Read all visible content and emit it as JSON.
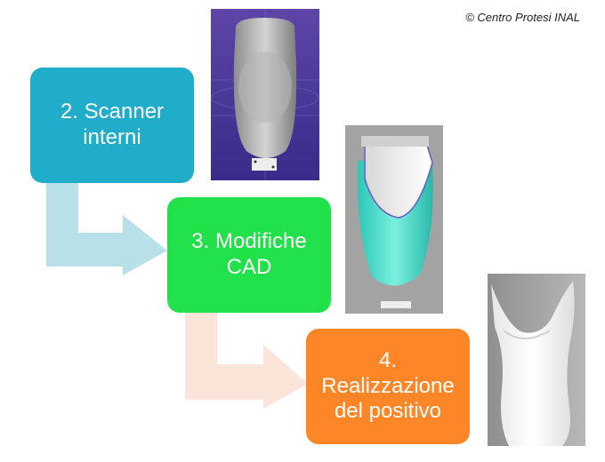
{
  "credit": "© Centro Protesi INAL",
  "colors": {
    "step1": "#1fadc9",
    "step2": "#21e14a",
    "step3": "#ff8627",
    "arrow1": "#b9dfe8",
    "arrow2": "#fbe4da"
  },
  "steps": [
    {
      "label": "2. Scanner\ninterni"
    },
    {
      "label": "3. Modifiche\nCAD"
    },
    {
      "label": "4.\nRealizzazione\ndel positivo"
    }
  ],
  "photos": [
    {
      "icon": "scan-socket-icon"
    },
    {
      "icon": "cad-model-icon"
    },
    {
      "icon": "positive-mold-icon"
    }
  ]
}
